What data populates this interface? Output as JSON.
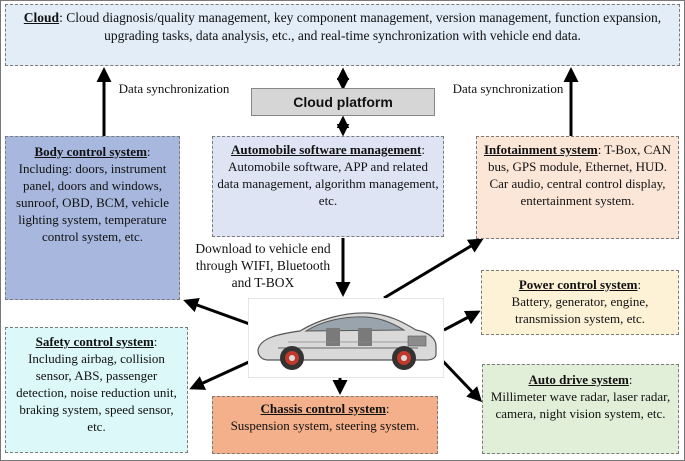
{
  "cloud": {
    "title": "Cloud",
    "text": ": Cloud diagnosis/quality management, key component management, version management, function expansion, upgrading tasks, data analysis, etc., and real-time synchronization with vehicle end data."
  },
  "platform": {
    "label": "Cloud platform"
  },
  "labels": {
    "sync_left": "Data synchronization",
    "sync_right": "Data synchronization",
    "download": "Download to vehicle end through WIFI, Bluetooth and T-BOX"
  },
  "body_control": {
    "title": "Body control system",
    "text": "Including: doors, instrument panel, doors and windows, sunroof, OBD, BCM, vehicle lighting system, temperature control system, etc."
  },
  "software": {
    "title": "Automobile software management",
    "text": ": Automobile software, APP and related data management, algorithm management, etc."
  },
  "infotainment": {
    "title": "Infotainment system",
    "text": ": T-Box, CAN bus, GPS module, Ethernet, HUD. Car audio, central control display, entertainment system."
  },
  "power": {
    "title": "Power control system",
    "text": "Battery, generator, engine, transmission system, etc."
  },
  "auto_drive": {
    "title": "Auto drive system",
    "text": "Millimeter wave radar, laser radar, camera, night vision system, etc."
  },
  "safety": {
    "title": "Safety control system",
    "text": "Including airbag, collision sensor, ABS, passenger detection, noise reduction unit, braking system, speed sensor, etc."
  },
  "chassis": {
    "title": "Chassis control system",
    "text": "Suspension system, steering system."
  },
  "colors": {
    "cloud_bg": "#e2edf8",
    "body_bg": "#a7b7de",
    "software_bg": "#dfe4f5",
    "infotainment_bg": "#fbe6d8",
    "power_bg": "#fdf2d5",
    "auto_drive_bg": "#e2efd8",
    "safety_bg": "#dcf8f8",
    "chassis_bg": "#f3b08a",
    "platform_bg": "#d6d6d6"
  }
}
